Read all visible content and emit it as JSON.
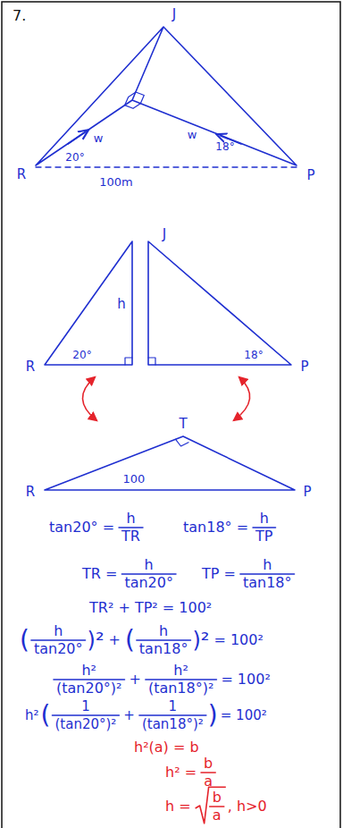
{
  "diagram": {
    "labels": [
      "7.",
      "J",
      "20°",
      "w",
      "w",
      "18°",
      "R",
      "100m",
      "P",
      "J",
      "R",
      "20°",
      "h",
      "18°",
      "P",
      "T",
      "R",
      "100",
      "P",
      "tan20° =",
      "h",
      "TR",
      "tan18° =",
      "h",
      "TP",
      "TR =",
      "h",
      "tan20°",
      "TP =",
      "h",
      "tan18°",
      "TR² + TP² = 100²",
      "(",
      "h",
      "tan20°",
      ")²",
      "+",
      "(",
      "h",
      "tan18°",
      ")²",
      "= 100²",
      "h²",
      "(tan20°)²",
      "+",
      "h²",
      "(tan18°)²",
      "= 100²",
      "h²",
      "(",
      "1",
      "(tan20°)²",
      "+",
      "1",
      "(tan18°)²",
      ")",
      "= 100²",
      "h²(a) = b",
      "h² =",
      "b",
      "a",
      "h =",
      "b",
      "a",
      ", h>0"
    ]
  }
}
